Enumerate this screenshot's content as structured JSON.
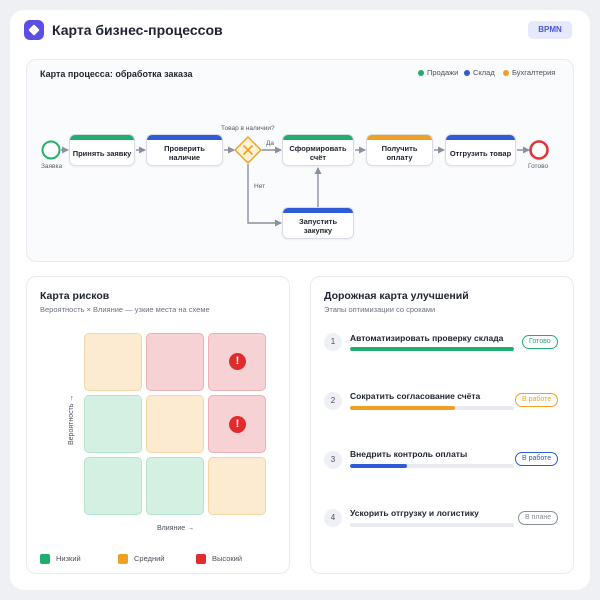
{
  "app": {
    "title": "Карта бизнес-процессов",
    "badge": "BPMN"
  },
  "process": {
    "title": "Карта процесса: обработка заказа",
    "legend": [
      {
        "label": "Продажи",
        "color": "#1fae6e"
      },
      {
        "label": "Склад",
        "color": "#2e5bd6"
      },
      {
        "label": "Бухгалтерия",
        "color": "#f0a020"
      }
    ],
    "start_label": "Заявка",
    "end_label": "Готово",
    "gateway_question": "Товар в наличии?",
    "yes_label": "Да",
    "no_label": "Нет",
    "tasks": [
      {
        "label": "Принять заявку",
        "lane_color": "#1fae6e"
      },
      {
        "label": "Проверить наличие",
        "lane_color": "#2e5bd6"
      },
      {
        "label": "Сформировать счёт",
        "lane_color": "#1fae6e"
      },
      {
        "label": "Получить оплату",
        "lane_color": "#f0a020"
      },
      {
        "label": "Отгрузить товар",
        "lane_color": "#2e5bd6"
      },
      {
        "label": "Запустить закупку",
        "lane_color": "#2e5bd6"
      }
    ]
  },
  "risk": {
    "title": "Карта рисков",
    "subtitle": "Вероятность × Влияние — узкие места на схеме",
    "x_axis": "Влияние →",
    "y_axis": "Вероятность →",
    "grid": [
      [
        "mid",
        "high",
        "high"
      ],
      [
        "low",
        "mid",
        "high"
      ],
      [
        "low",
        "low",
        "mid"
      ]
    ],
    "alert_symbol": "!",
    "legend": [
      {
        "label": "Низкий",
        "color": "#1fae6e"
      },
      {
        "label": "Средний",
        "color": "#f0a020"
      },
      {
        "label": "Высокий",
        "color": "#e02c2c"
      }
    ]
  },
  "roadmap": {
    "title": "Дорожная карта улучшений",
    "subtitle": "Этапы оптимизации со сроками",
    "steps": [
      {
        "num": "1",
        "title": "Автоматизировать проверку склада",
        "progress": 1.0,
        "status": "Готово",
        "color": "#1fae6e"
      },
      {
        "num": "2",
        "title": "Сократить согласование счёта",
        "progress": 0.64,
        "status": "В работе",
        "color": "#f0a020"
      },
      {
        "num": "3",
        "title": "Внедрить контроль оплаты",
        "progress": 0.35,
        "status": "В работе",
        "color": "#2e5bd6"
      },
      {
        "num": "4",
        "title": "Ускорить отгрузку и логистику",
        "progress": 0.0,
        "status": "В плане",
        "color": "#8a8f9c"
      }
    ]
  }
}
